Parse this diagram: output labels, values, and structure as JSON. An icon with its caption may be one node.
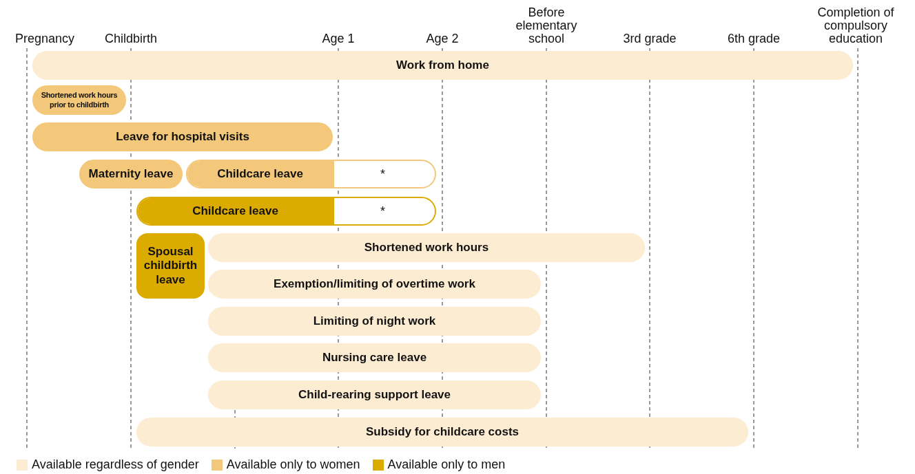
{
  "diagram": {
    "nodes": [
      {
        "text": [
          "Work from home"
        ]
      },
      {
        "text": [
          "Shortened work hours prior to childbirth"
        ]
      },
      {
        "text": [
          "Leave for hospital visits"
        ]
      },
      {
        "text": [
          "Maternity leave"
        ]
      },
      {
        "text": [
          "Childcare leave",
          "*"
        ]
      },
      {
        "text": [
          "Childcare leave",
          "*"
        ]
      },
      {
        "text": [
          "Spousal childbirth leave"
        ]
      },
      {
        "text": [
          "Shortened work hours"
        ]
      },
      {
        "text": [
          "Exemption/limiting of overtime work"
        ]
      },
      {
        "text": [
          "Limiting of night work"
        ]
      },
      {
        "text": [
          "Nursing care leave"
        ]
      },
      {
        "text": [
          "Child-rearing support leave"
        ]
      },
      {
        "text": [
          "Subsidy for childcare costs"
        ]
      }
    ],
    "labels": [
      "Pregnancy",
      "Childbirth",
      "Age 1",
      "Age 2",
      "Before elementary school",
      "3rd grade",
      "6th grade",
      "Completion of compulsory education"
    ],
    "legend": [
      {
        "text": "Available regardless of gender",
        "color": "#fcecd2"
      },
      {
        "text": "Available only to women",
        "color": "#f3c87a"
      },
      {
        "text": "Available only to men",
        "color": "#dcab00"
      }
    ]
  }
}
